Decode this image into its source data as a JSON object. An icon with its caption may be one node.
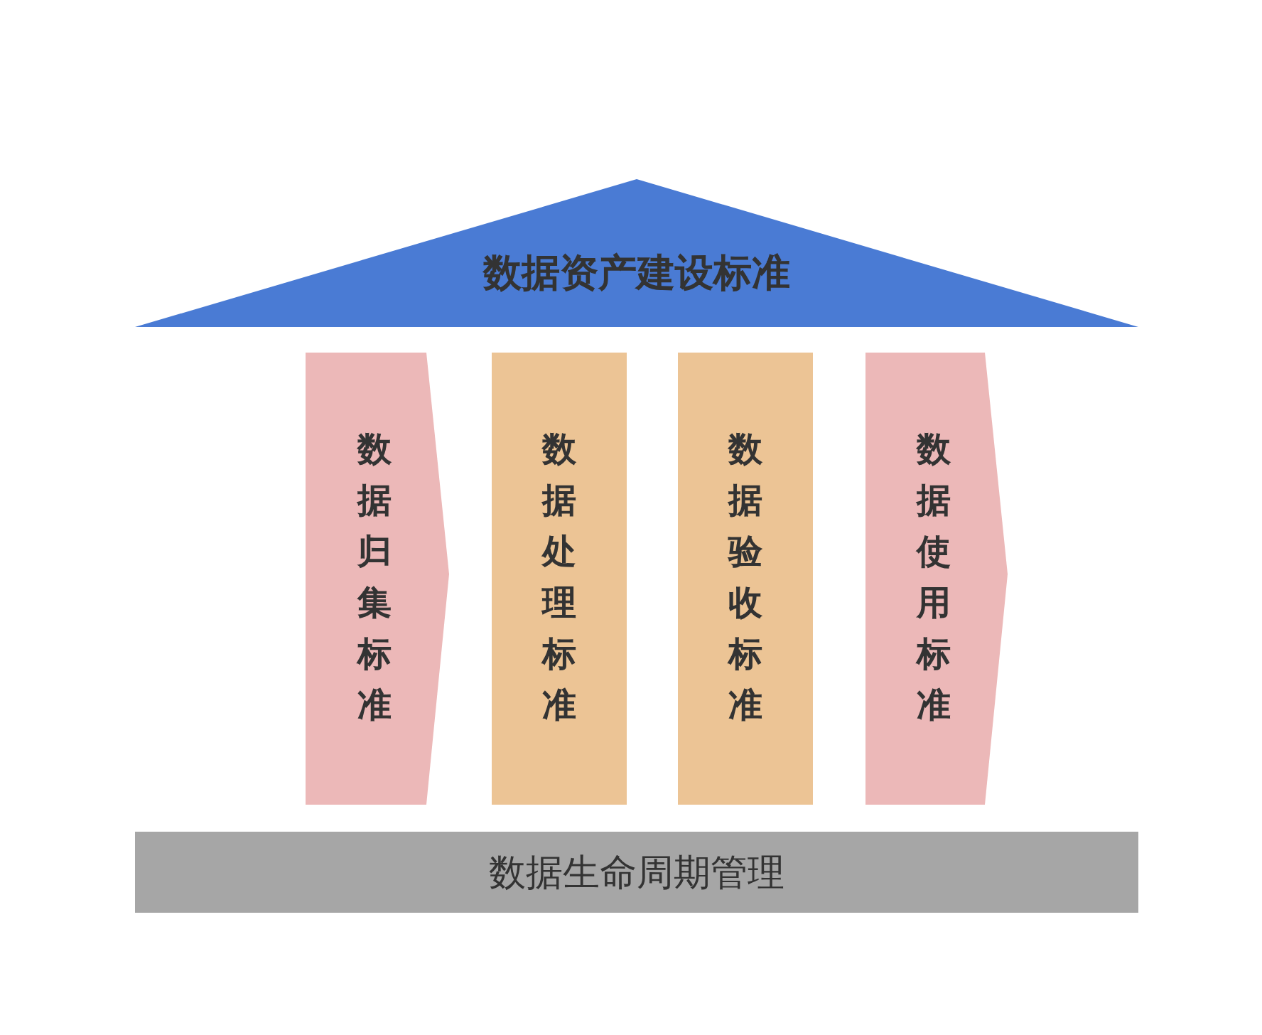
{
  "diagram": {
    "nodes": [
      {
        "text": [
          "数据资产建设标准"
        ]
      },
      {
        "text": [
          "数据归集标准"
        ]
      },
      {
        "text": [
          "数据处理标准"
        ]
      },
      {
        "text": [
          "数据验收标准"
        ]
      },
      {
        "text": [
          "数据使用标准"
        ]
      },
      {
        "text": [
          "数据生命周期管理"
        ]
      }
    ]
  }
}
